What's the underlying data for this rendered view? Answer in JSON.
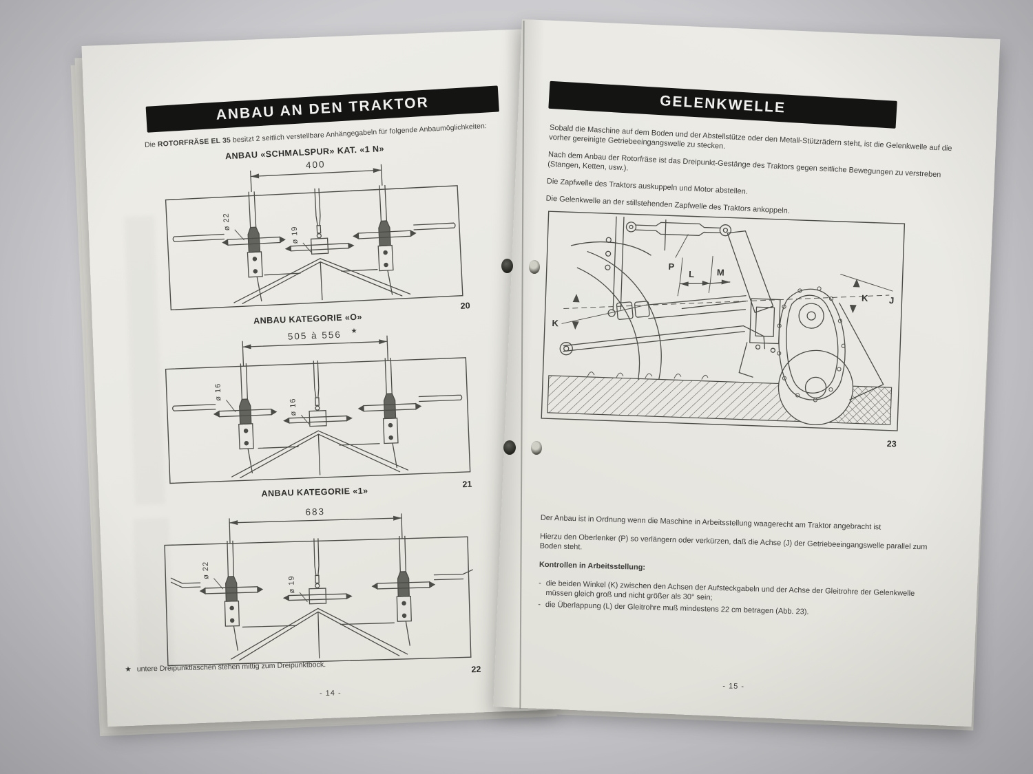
{
  "left_page": {
    "banner": "ANBAU AN DEN TRAKTOR",
    "intro": {
      "prefix": "Die ",
      "bold": "ROTORFRÄSE EL 35",
      "suffix": " besitzt 2 seitlich verstellbare Anhängegabeln für folgende Anbaumöglichkeiten:"
    },
    "figures": [
      {
        "title": "ANBAU «SCHMALSPUR» KAT. «1 N»",
        "dimension": "400",
        "dia_left": "ø 22",
        "dia_center": "ø 19",
        "number": "20"
      },
      {
        "title": "ANBAU KATEGORIE «O»",
        "dimension": "505 à 556",
        "star": "★",
        "dia_left": "ø 16",
        "dia_center": "ø 16",
        "number": "21"
      },
      {
        "title": "ANBAU KATEGORIE «1»",
        "dimension": "683",
        "dia_left": "ø 22",
        "dia_center": "ø 19",
        "number": "22"
      }
    ],
    "footnote": {
      "star": "★",
      "text": "untere Dreipunktlaschen stehen mittig zum Dreipunktbock."
    },
    "page_number": "- 14 -"
  },
  "right_page": {
    "banner": "GELENKWELLE",
    "paragraphs": [
      "Sobald die Maschine auf dem Boden und der Abstellstütze oder den Metall-Stützrädern steht, ist die Gelenkwelle auf die vorher gereinigte Getriebeeingangswelle zu stecken.",
      "Nach dem Anbau der Rotorfräse ist das Dreipunkt-Gestänge des Traktors gegen seitliche Bewegungen zu verstreben (Stangen, Ketten, usw.).",
      "Die Zapfwelle des Traktors auskuppeln und Motor abstellen.",
      "Die Gelenkwelle an der stillstehenden Zapfwelle des Traktors ankoppeln."
    ],
    "figure": {
      "number": "23",
      "labels": {
        "P": "P",
        "L": "L",
        "M": "M",
        "K": "K",
        "J": "J"
      }
    },
    "check_intro": "Der Anbau ist in Ordnung wenn die Maschine in Arbeitsstellung waagerecht am Traktor angebracht ist",
    "check_p2": "Hierzu den Oberlenker (P) so verlängern oder verkürzen, daß die Achse (J) der Getriebeeingangswelle parallel zum Boden steht.",
    "check_heading": "Kontrollen in Arbeitsstellung:",
    "bullet_dash": "-",
    "bullets": [
      "die beiden Winkel (K) zwischen den Achsen der Aufsteckgabeln und der Achse der Gleitrohre der Gelenkwelle müssen gleich groß und nicht größer als 30° sein;",
      "die Überlappung (L) der Gleitrohre muß mindestens 22 cm betragen (Abb. 23)."
    ],
    "page_number": "- 15 -"
  }
}
